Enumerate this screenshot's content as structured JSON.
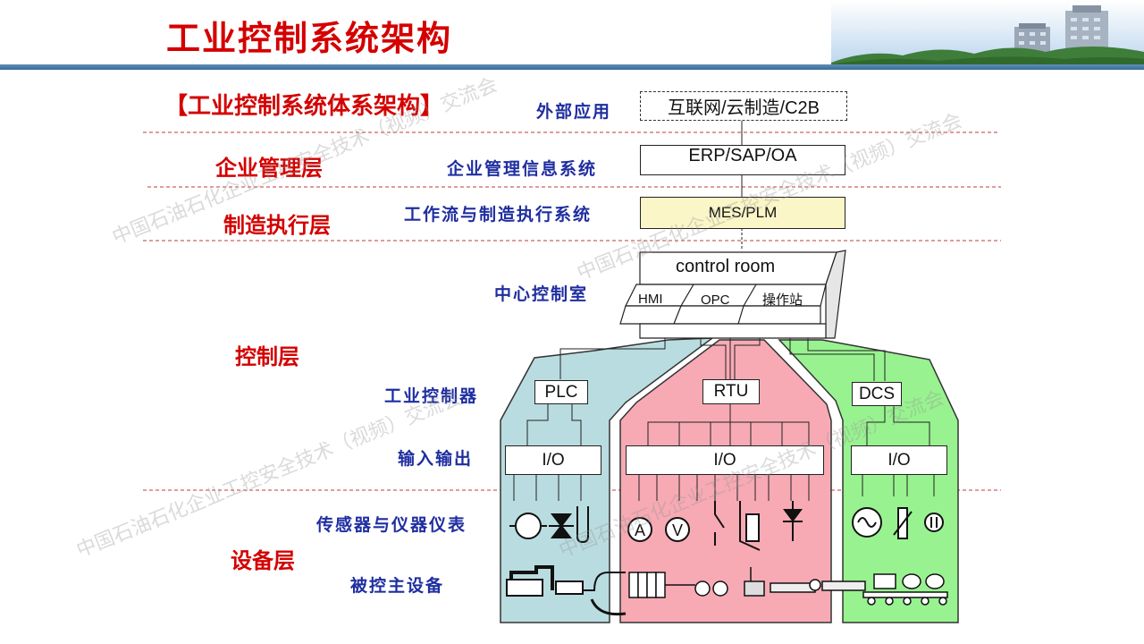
{
  "title": "工业控制系统架构",
  "subtitle": "【工业控制系统体系架构】",
  "layers": {
    "enterprise": "企业管理层",
    "manufacturing": "制造执行层",
    "control": "控制层",
    "device": "设备层"
  },
  "labels": {
    "external": "外部应用",
    "enterprise_info": "企业管理信息系统",
    "workflow": "工作流与制造执行系统",
    "central": "中心控制室",
    "controller": "工业控制器",
    "io": "输入输出",
    "sensors": "传感器与仪器仪表",
    "equipment": "被控主设备"
  },
  "boxes": {
    "external_app": "互联网/云制造/C2B",
    "erp": "ERP/SAP/OA",
    "mes": "MES/PLM",
    "control_room": "control room",
    "hmi": "HMI",
    "opc": "OPC",
    "operator_station": "操作站",
    "plc": "PLC",
    "rtu": "RTU",
    "dcs": "DCS",
    "io_left": "I/O",
    "io_mid": "I/O",
    "io_right": "I/O"
  },
  "instruments": {
    "ammeter": "A",
    "voltmeter": "V"
  },
  "watermark": "中国石油石化企业工控安全技术（视频）交流会",
  "colors": {
    "title_red": "#d40000",
    "label_blue": "#1f2ea0",
    "plc_zone": "#b9dce0",
    "rtu_zone": "#f7aab4",
    "dcs_zone": "#98f290",
    "mes_fill": "#fbf6c7"
  }
}
